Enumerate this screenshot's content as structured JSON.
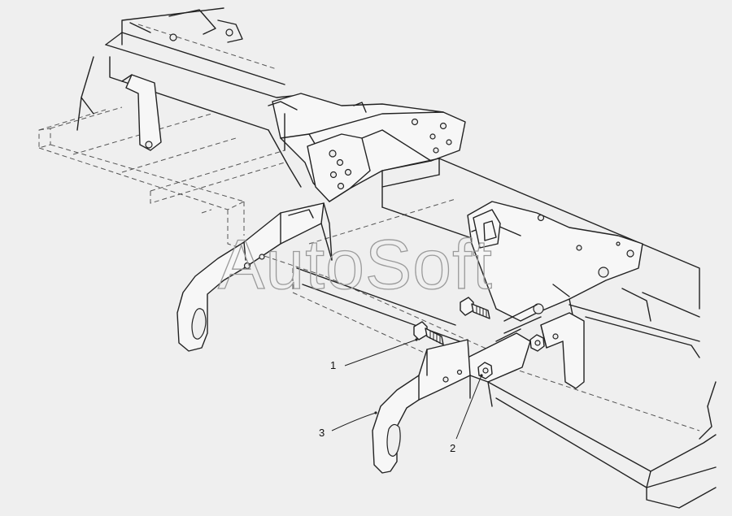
{
  "watermark": "AutoSoft",
  "callouts": [
    {
      "id": "callout-1",
      "label": "1"
    },
    {
      "id": "callout-2",
      "label": "2"
    },
    {
      "id": "callout-3",
      "label": "3"
    }
  ],
  "colors": {
    "background": "#efefef",
    "line": "#222222",
    "watermark": "#9a9a9a"
  }
}
